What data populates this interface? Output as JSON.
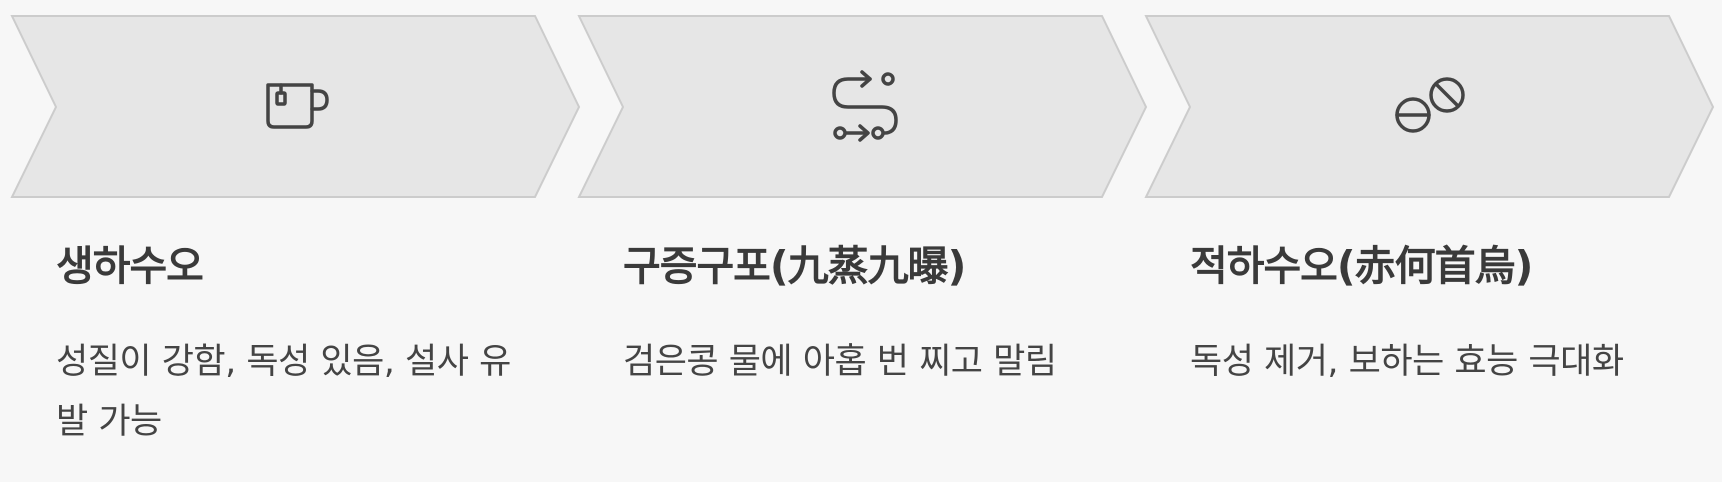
{
  "colors": {
    "background": "#f7f7f7",
    "chevron_fill": "#e6e6e6",
    "chevron_stroke": "#cccccc",
    "icon": "#444444",
    "title": "#3a3a3a",
    "text": "#444444"
  },
  "steps": [
    {
      "icon": "tea-mug-icon",
      "title": "생하수오",
      "description": "성질이 강함, 독성 있음, 설사 유발 가능"
    },
    {
      "icon": "route-icon",
      "title": "구증구포(九蒸九曝)",
      "description": "검은콩 물에 아홉 번 찌고 말림"
    },
    {
      "icon": "pills-icon",
      "title": "적하수오(赤何首烏)",
      "description": "독성 제거, 보하는 효능 극대화"
    }
  ]
}
